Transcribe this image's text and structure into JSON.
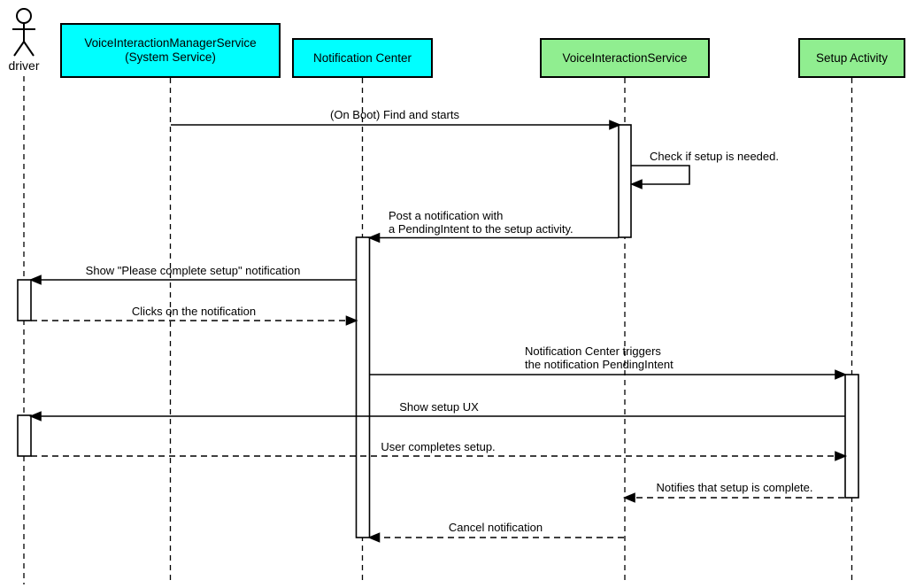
{
  "diagram_type": "uml-sequence",
  "colors": {
    "participant_cyan": "#00ffff",
    "participant_green": "#90ee90",
    "stroke": "#000000",
    "background": "#ffffff"
  },
  "actor": {
    "label": "driver"
  },
  "participants": [
    {
      "label": "VoiceInteractionManagerService",
      "sublabel": "(System Service)",
      "color": "#00ffff"
    },
    {
      "label": "Notification Center",
      "color": "#00ffff"
    },
    {
      "label": "VoiceInteractionService",
      "color": "#90ee90"
    },
    {
      "label": "Setup Activity",
      "color": "#90ee90"
    }
  ],
  "messages": [
    {
      "lines": [
        "(On Boot) Find and starts"
      ],
      "from": "VoiceInteractionManagerService (System Service)",
      "to": "VoiceInteractionService",
      "style": "solid"
    },
    {
      "lines": [
        "Check if setup is needed."
      ],
      "from": "VoiceInteractionService",
      "to": "VoiceInteractionService",
      "style": "solid",
      "self": true
    },
    {
      "lines": [
        "Post a notification with",
        "a PendingIntent to the setup activity."
      ],
      "from": "VoiceInteractionService",
      "to": "Notification Center",
      "style": "solid"
    },
    {
      "lines": [
        "Show \"Please complete setup\" notification"
      ],
      "from": "Notification Center",
      "to": "driver",
      "style": "solid"
    },
    {
      "lines": [
        "Clicks on the notification"
      ],
      "from": "driver",
      "to": "Notification Center",
      "style": "dashed"
    },
    {
      "lines": [
        "Notification Center triggers",
        "the notification PendingIntent"
      ],
      "from": "Notification Center",
      "to": "Setup Activity",
      "style": "solid"
    },
    {
      "lines": [
        "Show setup UX"
      ],
      "from": "Setup Activity",
      "to": "driver",
      "style": "solid"
    },
    {
      "lines": [
        "User completes setup."
      ],
      "from": "driver",
      "to": "Setup Activity",
      "style": "dashed"
    },
    {
      "lines": [
        "Notifies that setup is complete."
      ],
      "from": "Setup Activity",
      "to": "VoiceInteractionService",
      "style": "dashed"
    },
    {
      "lines": [
        "Cancel notification"
      ],
      "from": "VoiceInteractionService",
      "to": "Notification Center",
      "style": "dashed"
    }
  ]
}
